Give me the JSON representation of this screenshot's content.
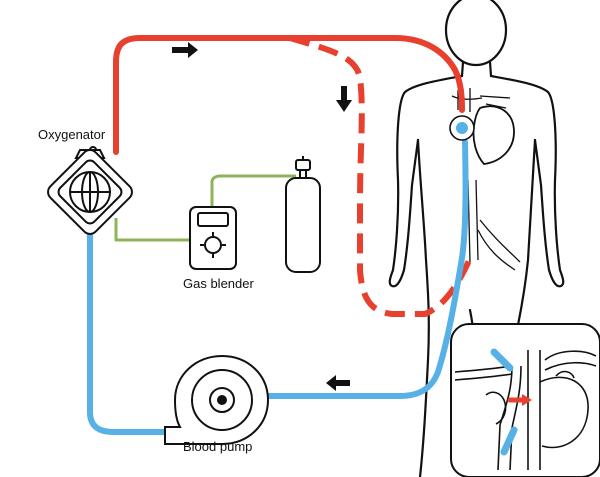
{
  "labels": {
    "oxygenator": "Oxygenator",
    "gas_blender": "Gas blender",
    "blood_pump": "Blood pump"
  },
  "colors": {
    "oxygenated_blood": "#e8402f",
    "deoxygenated_blood": "#57b0e6",
    "gas_line": "#8db45a",
    "outline": "#111111"
  },
  "icons": {
    "oxygenator": "oxygenator-icon",
    "gas_blender": "gas-blender-icon",
    "gas_cylinder": "gas-cylinder-icon",
    "blood_pump": "blood-pump-icon",
    "body": "human-body-outline",
    "inset": "heart-cannula-inset"
  }
}
